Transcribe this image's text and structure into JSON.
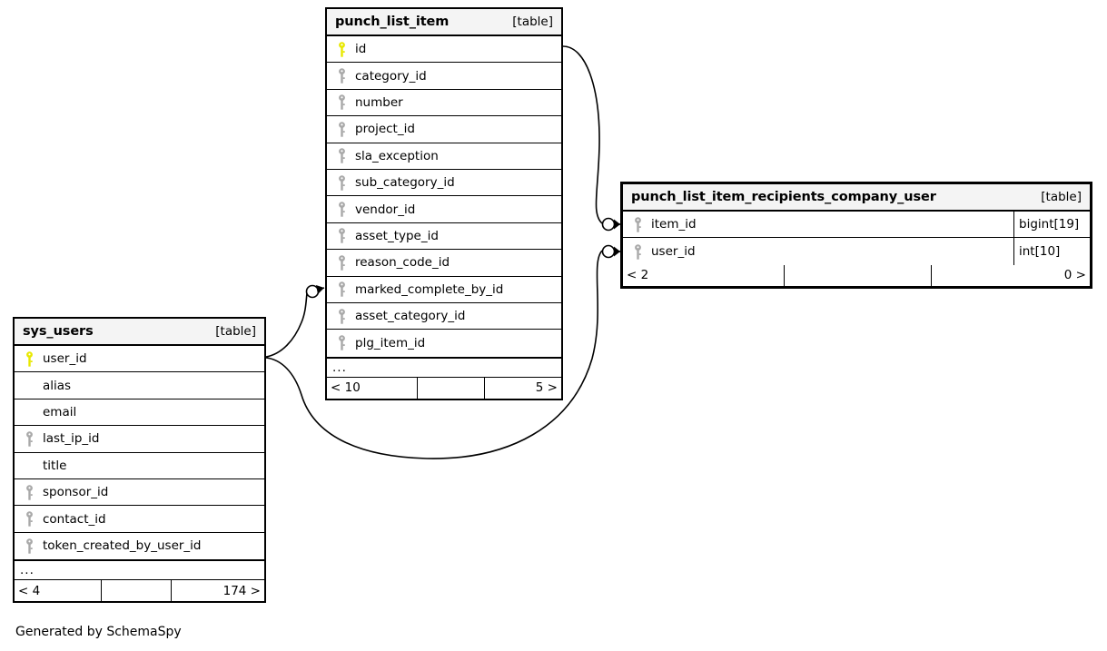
{
  "diagram": {
    "generator_caption": "Generated by SchemaSpy",
    "table_tag": "[table]",
    "ellipsis": "...",
    "colors": {
      "primary_key": "#e8e800",
      "foreign_key": "#a9a9a9",
      "border": "#000000",
      "header_bg": "#f4f4f4",
      "background": "#ffffff"
    }
  },
  "tables": [
    {
      "id": "punch_list_item",
      "name": "punch_list_item",
      "tag": "[table]",
      "columns": [
        {
          "name": "id",
          "key": "primary",
          "type": ""
        },
        {
          "name": "category_id",
          "key": "foreign",
          "type": ""
        },
        {
          "name": "number",
          "key": "foreign",
          "type": ""
        },
        {
          "name": "project_id",
          "key": "foreign",
          "type": ""
        },
        {
          "name": "sla_exception",
          "key": "foreign",
          "type": ""
        },
        {
          "name": "sub_category_id",
          "key": "foreign",
          "type": ""
        },
        {
          "name": "vendor_id",
          "key": "foreign",
          "type": ""
        },
        {
          "name": "asset_type_id",
          "key": "foreign",
          "type": ""
        },
        {
          "name": "reason_code_id",
          "key": "foreign",
          "type": ""
        },
        {
          "name": "marked_complete_by_id",
          "key": "foreign",
          "type": ""
        },
        {
          "name": "asset_category_id",
          "key": "foreign",
          "type": ""
        },
        {
          "name": "plg_item_id",
          "key": "foreign",
          "type": ""
        }
      ],
      "has_ellipsis": true,
      "footer": {
        "left": "< 10",
        "middle": "",
        "right": "5 >"
      }
    },
    {
      "id": "punch_list_item_recipients_company_user",
      "name": "punch_list_item_recipients_company_user",
      "tag": "[table]",
      "columns": [
        {
          "name": "item_id",
          "key": "foreign",
          "type": "bigint[19]"
        },
        {
          "name": "user_id",
          "key": "foreign",
          "type": "int[10]"
        }
      ],
      "has_ellipsis": false,
      "footer": {
        "left": "< 2",
        "middle": "",
        "right": "0 >"
      }
    },
    {
      "id": "sys_users",
      "name": "sys_users",
      "tag": "[table]",
      "columns": [
        {
          "name": "user_id",
          "key": "primary",
          "type": ""
        },
        {
          "name": "alias",
          "key": "none",
          "type": ""
        },
        {
          "name": "email",
          "key": "none",
          "type": ""
        },
        {
          "name": "last_ip_id",
          "key": "foreign",
          "type": ""
        },
        {
          "name": "title",
          "key": "none",
          "type": ""
        },
        {
          "name": "sponsor_id",
          "key": "foreign",
          "type": ""
        },
        {
          "name": "contact_id",
          "key": "foreign",
          "type": ""
        },
        {
          "name": "token_created_by_user_id",
          "key": "foreign",
          "type": ""
        }
      ],
      "has_ellipsis": true,
      "footer": {
        "left": "< 4",
        "middle": "",
        "right": "174 >"
      }
    }
  ],
  "relationships": [
    {
      "id": "rel-item-id",
      "from_table": "punch_list_item",
      "from_column": "id",
      "to_table": "punch_list_item_recipients_company_user",
      "to_column": "item_id",
      "from_cardinality": "one",
      "to_cardinality": "zero-or-many"
    },
    {
      "id": "rel-user-id",
      "from_table": "sys_users",
      "from_column": "user_id",
      "to_table": "punch_list_item_recipients_company_user",
      "to_column": "user_id",
      "from_cardinality": "one",
      "to_cardinality": "zero-or-many"
    },
    {
      "id": "rel-marked-complete-by",
      "from_table": "sys_users",
      "from_column": "user_id",
      "to_table": "punch_list_item",
      "to_column": "marked_complete_by_id",
      "from_cardinality": "one",
      "to_cardinality": "zero-or-many"
    }
  ]
}
